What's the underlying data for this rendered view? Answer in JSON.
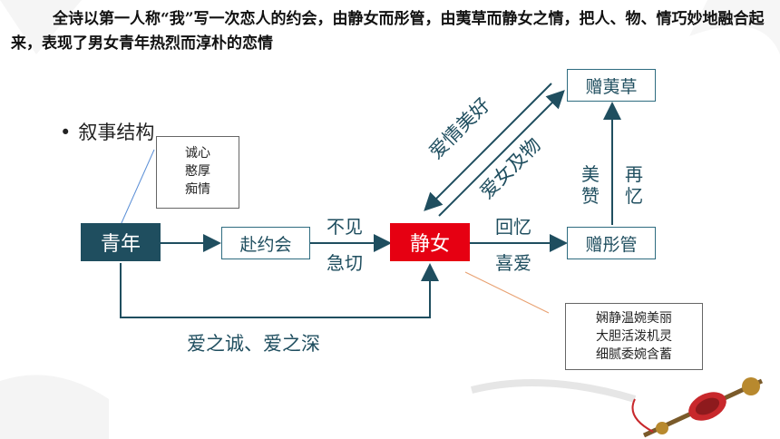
{
  "intro_text": "全诗以第一人称“我”写一次恋人的约会，由静女而彤管，由荑草而静女之情，把人、物、情巧妙地融合起来，表现了男女青年热烈而淳朴的恋情",
  "bullet": "叙事结构",
  "nodes": {
    "youth": "青年",
    "date": "赴约会",
    "girl": "静女",
    "tongguan": "赠彤管",
    "yicao": "赠荑草"
  },
  "youth_traits": [
    "诚心",
    "憨厚",
    "痴情"
  ],
  "girl_traits": [
    "娴静温婉美丽",
    "大胆活泼机灵",
    "细腻委婉含蓄"
  ],
  "edge_labels": {
    "date_to_girl_top": "不见",
    "date_to_girl_bottom": "急切",
    "girl_to_tongguan_top": "回忆",
    "girl_to_tongguan_bottom": "喜爱",
    "tongguan_left": "美赞",
    "tongguan_right": "再忆",
    "yicao_to_girl": "爱情美好",
    "girl_to_yicao": "爱女及物",
    "bottom_path": "爱之诚、爱之深"
  },
  "colors": {
    "dark_box": "#1f4e5f",
    "red_box": "#e60012",
    "text": "#1f4e5f"
  }
}
